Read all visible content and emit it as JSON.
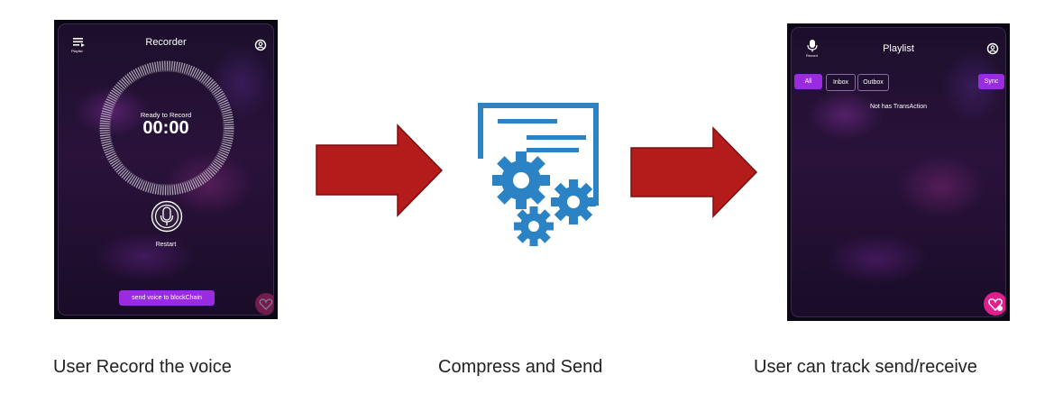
{
  "left_screen": {
    "header_label": "Playlist",
    "title": "Recorder",
    "status": "Ready to Record",
    "timer": "00:00",
    "restart_label": "Restart",
    "send_button": "send voice to blockChain"
  },
  "right_screen": {
    "header_label": "Record",
    "title": "Playlist",
    "tabs": [
      "All",
      "Inbox",
      "Outbox"
    ],
    "sync_button": "Sync",
    "empty_message": "Not has TransAction"
  },
  "captions": {
    "left": "User Record the voice",
    "middle": "Compress and Send",
    "right": "User can track send/receive"
  },
  "colors": {
    "arrow": "#b41b1b",
    "gear_icon": "#2b83c6",
    "accent_purple": "#9b2be0"
  }
}
